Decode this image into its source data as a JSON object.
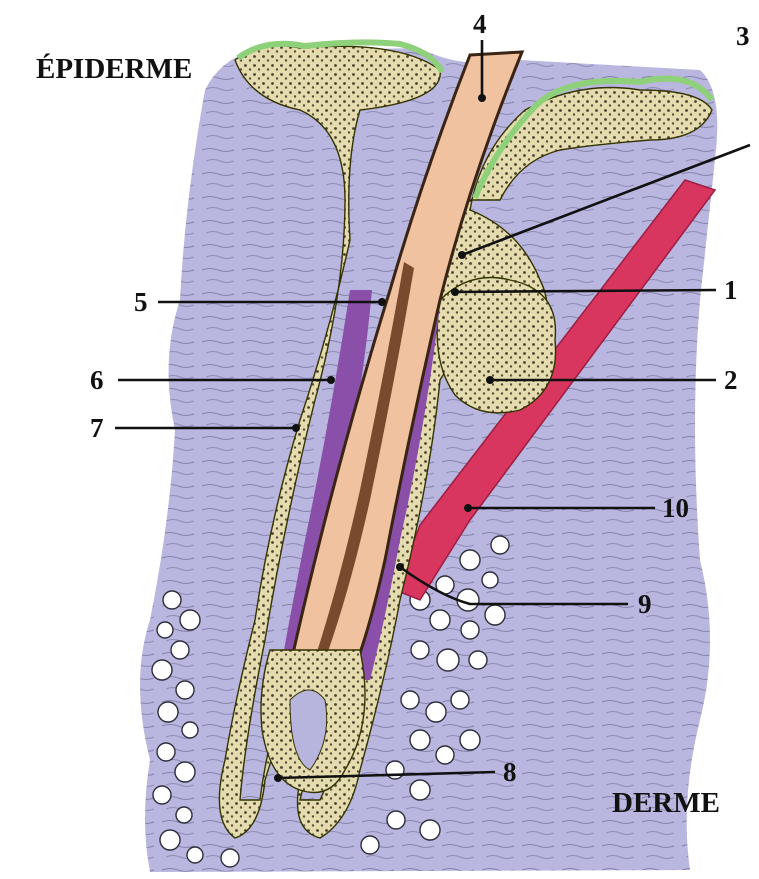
{
  "regions": {
    "epidermis": "ÉPIDERME",
    "dermis": "DERME"
  },
  "callouts": [
    {
      "id": "1",
      "text": "1"
    },
    {
      "id": "2",
      "text": "2"
    },
    {
      "id": "3",
      "text": "3"
    },
    {
      "id": "4",
      "text": "4"
    },
    {
      "id": "5",
      "text": "5"
    },
    {
      "id": "6",
      "text": "6"
    },
    {
      "id": "7",
      "text": "7"
    },
    {
      "id": "8",
      "text": "8"
    },
    {
      "id": "9",
      "text": "9"
    },
    {
      "id": "10",
      "text": "10"
    }
  ],
  "colors": {
    "dermis": "#b7b4dd",
    "epidermis_surface": "#9fd58d",
    "epithelium": "#d9d2a4",
    "hair_shaft": "#f0c2a0",
    "medulla": "#7a4a2e",
    "inner_sheath": "#8a4fa8",
    "muscle": "#d8355f",
    "fat": "#ffffff"
  }
}
